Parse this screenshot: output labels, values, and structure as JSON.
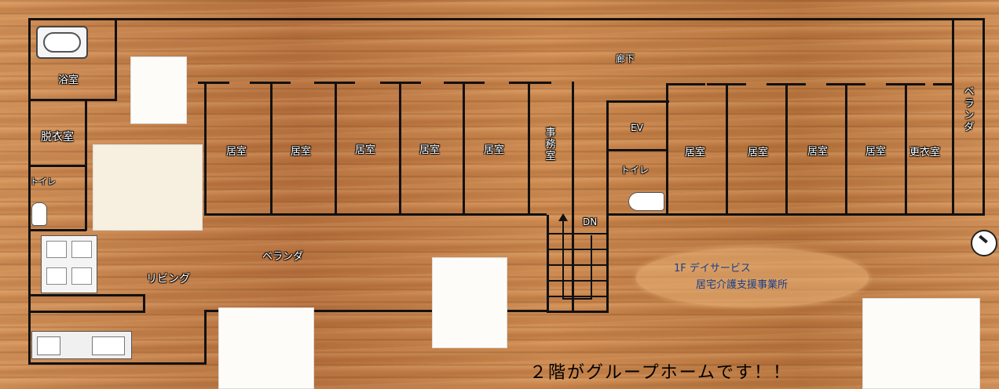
{
  "rooms": {
    "bath": "浴室",
    "dressing": "脱衣室",
    "toilet_left": "トイレ",
    "living": "リビング",
    "veranda_main": "ベランダ",
    "corridor": "廊下",
    "residence_1": "居室",
    "residence_2": "居室",
    "residence_3": "居室",
    "residence_4": "居室",
    "residence_5": "居室",
    "office": "事務室",
    "stairs_down": "DN",
    "elevator": "EV",
    "toilet_right": "トイレ",
    "residence_6": "居室",
    "residence_7": "居室",
    "residence_8": "居室",
    "residence_9": "居室",
    "changing_room": "更衣室",
    "veranda_right": "ベランダ"
  },
  "first_floor": {
    "line1": "1F デイサービス",
    "line2": "居宅介護支援事業所"
  },
  "footer": "２階がグループホームです！！"
}
